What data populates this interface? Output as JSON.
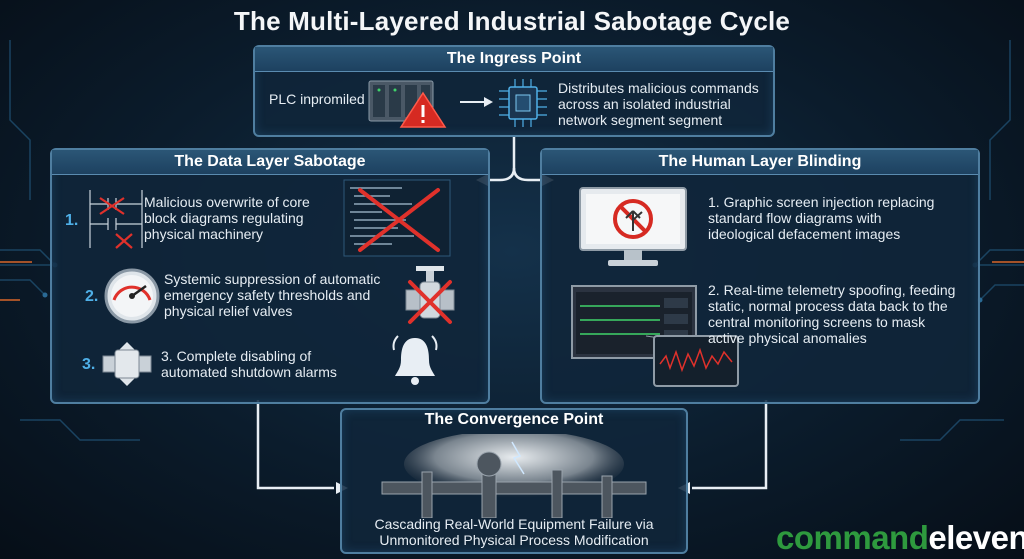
{
  "title": "The Multi-Layered Industrial Sabotage Cycle",
  "ingress": {
    "heading": "The Ingress Point",
    "label": "PLC inpromiled",
    "description": "Distributes malicious commands across an isolated industrial network segment segment"
  },
  "data_layer": {
    "heading": "The Data Layer Sabotage",
    "items": [
      {
        "number": "1.",
        "text": "Malicious overwrite of core block diagrams regulating physical machinery"
      },
      {
        "number": "2.",
        "text": "Systemic suppression of automatic emergency safety thresholds and physical relief valves"
      },
      {
        "number": "3.",
        "text": "3. Complete disabling of automated shutdown alarms"
      }
    ]
  },
  "human_layer": {
    "heading": "The Human Layer Blinding",
    "items": [
      {
        "text": "1. Graphic screen injection replacing standard flow diagrams with ideological defacement images"
      },
      {
        "text": "2. Real-time telemetry spoofing, feeding static, normal process data back to the  central monitoring screens to mask active physical anomalies"
      }
    ]
  },
  "convergence": {
    "heading": "The Convergence Point",
    "description": "Cascading Real-World Equipment Failure via Unmonitored Physical Process Modification"
  },
  "brand": {
    "part1": "command",
    "part2": "eleven"
  },
  "colors": {
    "accent": "#4fb0e8",
    "danger": "#e0312b",
    "border": "#4f7ea0",
    "brand_green": "#2e9a3e"
  }
}
